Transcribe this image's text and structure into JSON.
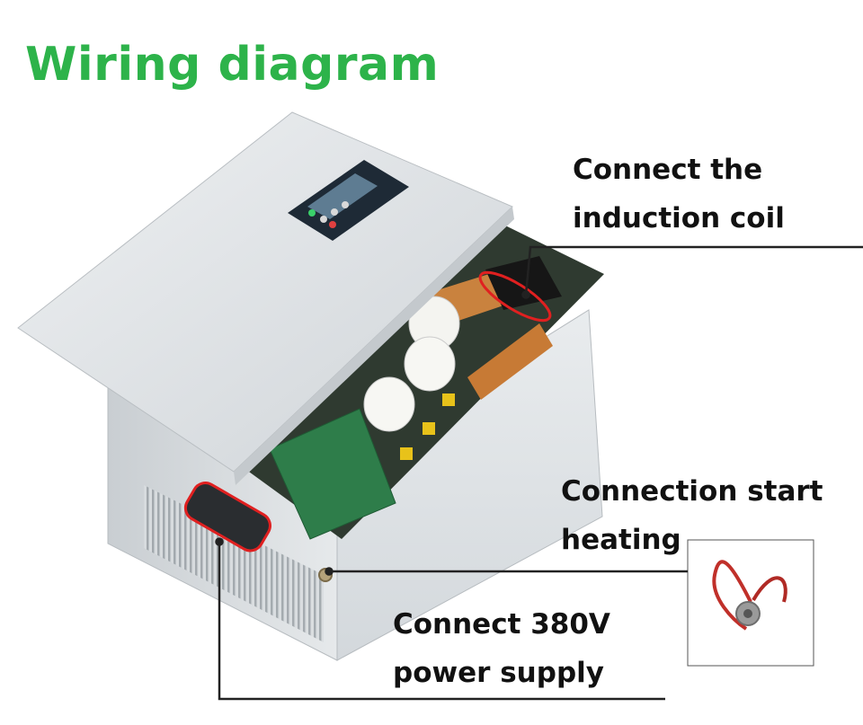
{
  "title": "Wiring diagram",
  "callouts": {
    "induction_coil": [
      "Connect the",
      "induction coil"
    ],
    "start_heating": [
      "Connection start",
      "heating"
    ],
    "power_supply": [
      "Connect 380V",
      "power supply"
    ]
  },
  "colors": {
    "title": "#2db34a",
    "highlight": "#e02020",
    "leader": "#222222",
    "cabinet": "#dfe3e6"
  },
  "icons": [
    "induction-heater-cabinet",
    "control-panel",
    "heating-connector-cable"
  ]
}
